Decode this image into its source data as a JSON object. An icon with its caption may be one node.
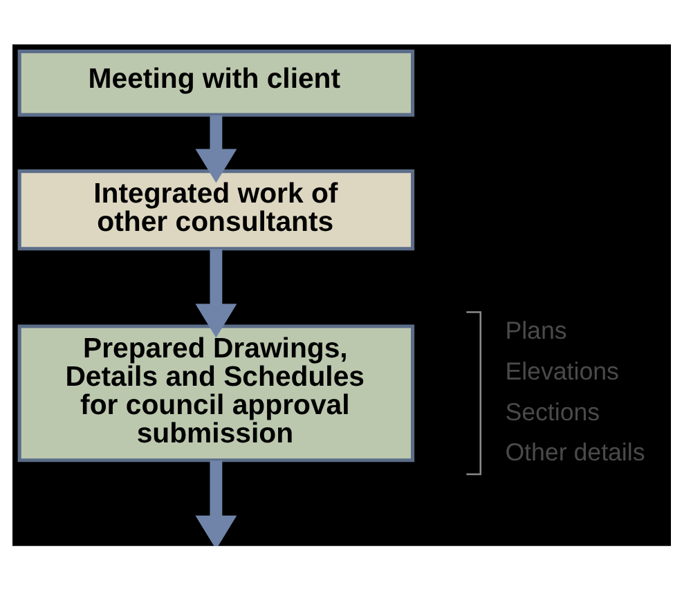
{
  "diagram": {
    "nodes": [
      {
        "text": [
          "Meeting with client"
        ]
      },
      {
        "text": [
          "Integrated work of other consultants"
        ]
      },
      {
        "text": [
          "Prepared Drawings, Details and Schedules for council approval submission"
        ],
        "beside": [
          "Plans",
          "Elevations",
          "Sections",
          "Other details"
        ]
      }
    ],
    "edges": [
      {
        "from": 0,
        "to": 1,
        "arrow": "to"
      },
      {
        "from": 1,
        "to": 2,
        "arrow": "to"
      },
      {
        "from": 2,
        "to": null,
        "arrow": "to"
      }
    ]
  }
}
